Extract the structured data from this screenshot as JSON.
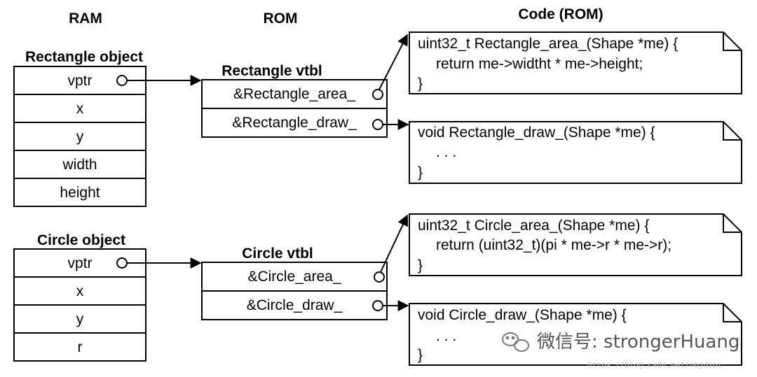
{
  "headers": {
    "ram": "RAM",
    "rom": "ROM",
    "code": "Code (ROM)"
  },
  "rectangle_object": {
    "title": "Rectangle object",
    "fields": [
      "vptr",
      "x",
      "y",
      "width",
      "height"
    ]
  },
  "circle_object": {
    "title": "Circle object",
    "fields": [
      "vptr",
      "x",
      "y",
      "r"
    ]
  },
  "rectangle_vtbl": {
    "title": "Rectangle vtbl",
    "entries": [
      "&Rectangle_area_",
      "&Rectangle_draw_"
    ]
  },
  "circle_vtbl": {
    "title": "Circle vtbl",
    "entries": [
      "&Circle_area_",
      "&Circle_draw_"
    ]
  },
  "code_boxes": {
    "rect_area": [
      "uint32_t Rectangle_area_(Shape *me) {",
      "return me->widtht * me->height;",
      "}"
    ],
    "rect_draw": [
      "void Rectangle_draw_(Shape *me) {",
      ". . .",
      "}"
    ],
    "circle_area": [
      "uint32_t Circle_area_(Shape *me) {",
      "return (uint32_t)(pi * me->r * me->r);",
      "}"
    ],
    "circle_draw": [
      "void Circle_draw_(Shape *me) {",
      ". . .",
      "}"
    ]
  },
  "watermark": {
    "text": "微信号: strongerHuang",
    "url": "https://blog.csdn.net/nbjdjpi"
  }
}
